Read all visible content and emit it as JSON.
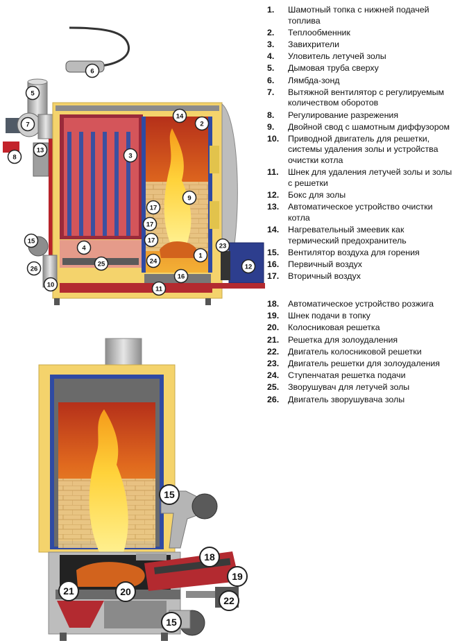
{
  "legend": [
    {
      "num": "1.",
      "text": "Шамотный топка с нижней подачей топлива"
    },
    {
      "num": "2.",
      "text": "Теплообменник"
    },
    {
      "num": "3.",
      "text": "Завихрители"
    },
    {
      "num": "4.",
      "text": "Уловитель летучей золы"
    },
    {
      "num": "5.",
      "text": "Дымовая труба сверху"
    },
    {
      "num": "6.",
      "text": "Лямбда-зонд"
    },
    {
      "num": "7.",
      "text": "Вытяжной вентилятор с регулируемым количеством оборотов"
    },
    {
      "num": "8.",
      "text": "Регулирование разрежения"
    },
    {
      "num": "9.",
      "text": "Двойной свод с шамотным диффузором"
    },
    {
      "num": "10.",
      "text": "Приводной двигатель для решетки, системы удаления золы и устройства очистки котла"
    },
    {
      "num": "11.",
      "text": "Шнек для удаления летучей золы и золы с решетки"
    },
    {
      "num": "12.",
      "text": "Бокс для золы"
    },
    {
      "num": "13.",
      "text": "Автоматическое устройство очистки котла"
    },
    {
      "num": "14.",
      "text": "Нагревательный змеевик как термический предохранитель"
    },
    {
      "num": "15.",
      "text": "Вентилятор воздуха для горения"
    },
    {
      "num": "16.",
      "text": "Первичный воздух"
    },
    {
      "num": "17.",
      "text": "Вторичный воздух"
    },
    {
      "num": "18.",
      "text": "Автоматическое устройство розжига"
    },
    {
      "num": "19.",
      "text": "Шнек подачи в топку"
    },
    {
      "num": "20.",
      "text": "Колосниковая решетка"
    },
    {
      "num": "21.",
      "text": "Решетка для золоудаления"
    },
    {
      "num": "22.",
      "text": "Двигатель колосниковой решетки"
    },
    {
      "num": "23.",
      "text": "Двигатель решетки для золоудаления"
    },
    {
      "num": "24.",
      "text": "Ступенчатая решетка подачи"
    },
    {
      "num": "25.",
      "text": "Зворушувач для летучей золы"
    },
    {
      "num": "26.",
      "text": "Двигатель зворушувача золы"
    }
  ],
  "callouts_top": [
    "1",
    "2",
    "3",
    "4",
    "5",
    "6",
    "7",
    "8",
    "9",
    "10",
    "11",
    "12",
    "13",
    "14",
    "15",
    "16",
    "17",
    "17",
    "17",
    "23",
    "24",
    "25",
    "26"
  ],
  "callouts_bottom": [
    "15",
    "15",
    "18",
    "19",
    "20",
    "21",
    "22"
  ]
}
